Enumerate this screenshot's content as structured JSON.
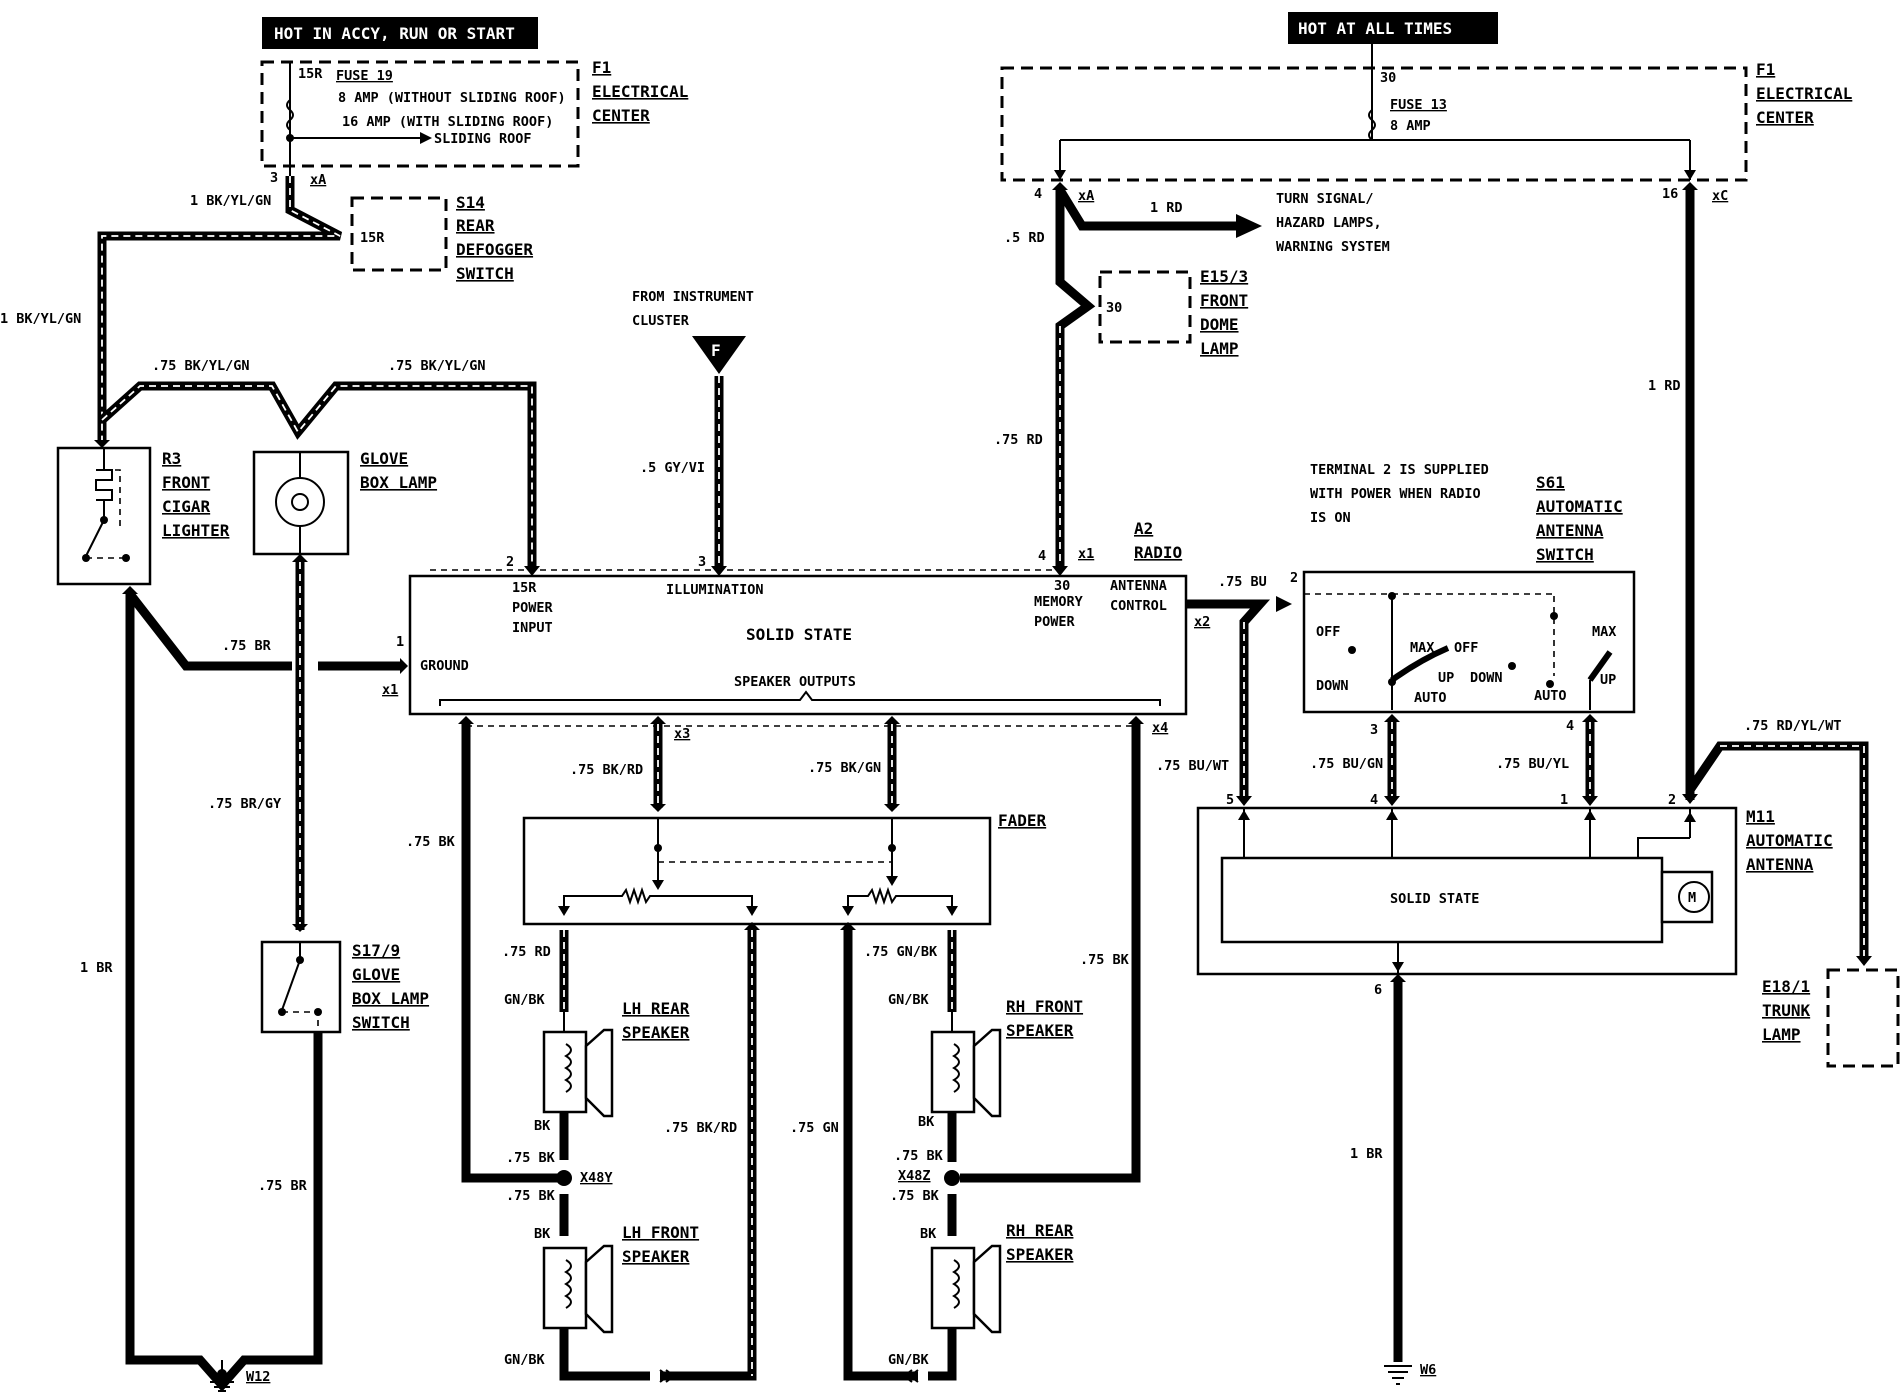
{
  "banners": {
    "left": "HOT IN ACCY, RUN OR START",
    "right": "HOT AT ALL TIMES"
  },
  "f1_left": {
    "ref": "F1",
    "line1": "ELECTRICAL",
    "line2": "CENTER",
    "terminal": "15R",
    "fuse": "FUSE 19",
    "amp1": "8 AMP (WITHOUT SLIDING ROOF)",
    "amp2": "16 AMP (WITH SLIDING ROOF)",
    "sliding": "SLIDING ROOF",
    "pin": "3",
    "conn": "xA"
  },
  "f1_right": {
    "ref": "F1",
    "line1": "ELECTRICAL",
    "line2": "CENTER",
    "terminal": "30",
    "fuse": "FUSE 13",
    "amp": "8 AMP",
    "pin_left": "4",
    "conn_left": "xA",
    "pin_right": "16",
    "conn_right": "xC"
  },
  "s14": {
    "ref": "S14",
    "line1": "REAR",
    "line2": "DEFOGGER",
    "line3": "SWITCH",
    "terminal": "15R"
  },
  "r3": {
    "ref": "R3",
    "line1": "FRONT",
    "line2": "CIGAR",
    "line3": "LIGHTER"
  },
  "glove_lamp": {
    "line1": "GLOVE",
    "line2": "BOX LAMP"
  },
  "s17": {
    "ref": "S17/9",
    "line1": "GLOVE",
    "line2": "BOX LAMP",
    "line3": "SWITCH"
  },
  "e15": {
    "ref": "E15/3",
    "line1": "FRONT",
    "line2": "DOME",
    "line3": "LAMP",
    "terminal": "30"
  },
  "instrument": {
    "line1": "FROM INSTRUMENT",
    "line2": "CLUSTER",
    "flag": "F"
  },
  "turn_signal": {
    "line1": "TURN SIGNAL/",
    "line2": "HAZARD LAMPS,",
    "line3": "WARNING SYSTEM"
  },
  "wires": {
    "bk_yl_gn_1": "1 BK/YL/GN",
    "bk_yl_gn_2": "1 BK/YL/GN",
    "bk_yl_gn_75a": ".75 BK/YL/GN",
    "bk_yl_gn_75b": ".75 BK/YL/GN",
    "gy_vi": ".5 GY/VI",
    "rd_5": ".5 RD",
    "rd_1": "1 RD",
    "rd_75": ".75 RD",
    "rd_1b": "1 RD",
    "br_75a": ".75 BR",
    "br_gy": ".75 BR/GY",
    "br_1": "1 BR",
    "br_75b": ".75 BR",
    "bk_75": ".75 BK",
    "bk_rd": ".75 BK/RD",
    "bk_gn": ".75 BK/GN",
    "bk_75r": ".75 BK",
    "bu_75": ".75 BU",
    "bu_wt": ".75 BU/WT",
    "bu_gn": ".75 BU/GN",
    "bu_yl": ".75 BU/YL",
    "rd_yl_wt": ".75 RD/YL/WT",
    "br_1b": "1 BR",
    "rd_75b": ".75 RD",
    "gn_bk_75": ".75 GN/BK",
    "bk_rd_75": ".75 BK/RD",
    "gn_75": ".75 GN",
    "bk_75c": ".75 BK",
    "bk_75d": ".75 BK",
    "bk_75e": ".75 BK",
    "bk_75f": ".75 BK",
    "gn_bk_a": "GN/BK",
    "gn_bk_b": "GN/BK",
    "gn_bk_c": "GN/BK",
    "gn_bk_d": "GN/BK",
    "bk_a": "BK",
    "bk_b": "BK",
    "bk_c": "BK",
    "bk_d": "BK"
  },
  "radio": {
    "ref": "A2",
    "name": "RADIO",
    "solid": "SOLID STATE",
    "p15r": "15R",
    "power": "POWER",
    "input": "INPUT",
    "illum": "ILLUMINATION",
    "mem30": "30",
    "memory": "MEMORY",
    "mpower": "POWER",
    "antenna": "ANTENNA",
    "control": "CONTROL",
    "ground": "GROUND",
    "speaker_outputs": "SPEAKER OUTPUTS",
    "pin1": "1",
    "pin2": "2",
    "pin3": "3",
    "pin4": "4",
    "x1a": "x1",
    "x1b": "x1",
    "x2": "x2",
    "x3": "x3",
    "x4": "x4"
  },
  "fader": {
    "label": "FADER"
  },
  "speakers": {
    "lh_rear": {
      "line1": "LH REAR",
      "line2": "SPEAKER"
    },
    "lh_front": {
      "line1": "LH FRONT",
      "line2": "SPEAKER"
    },
    "rh_front": {
      "line1": "RH FRONT",
      "line2": "SPEAKER"
    },
    "rh_rear": {
      "line1": "RH REAR",
      "line2": "SPEAKER"
    },
    "x48y": "X48Y",
    "x48z": "X48Z"
  },
  "s61": {
    "note1": "TERMINAL 2 IS SUPPLIED",
    "note2": "WITH POWER WHEN RADIO",
    "note3": "IS ON",
    "ref": "S61",
    "line1": "AUTOMATIC",
    "line2": "ANTENNA",
    "line3": "SWITCH",
    "off1": "OFF",
    "down1": "DOWN",
    "max1": "MAX",
    "up1": "UP",
    "auto1": "AUTO",
    "off2": "OFF",
    "down2": "DOWN",
    "max2": "MAX",
    "up2": "UP",
    "auto2": "AUTO",
    "pin2": "2",
    "pin3": "3",
    "pin4": "4"
  },
  "m11": {
    "ref": "M11",
    "line1": "AUTOMATIC",
    "line2": "ANTENNA",
    "solid": "SOLID STATE",
    "motor": "M",
    "pin5": "5",
    "pin4": "4",
    "pin1": "1",
    "pin2": "2",
    "pin6": "6"
  },
  "e18": {
    "ref": "E18/1",
    "line1": "TRUNK",
    "line2": "LAMP"
  },
  "grounds": {
    "w12": "W12",
    "w6": "W6"
  }
}
